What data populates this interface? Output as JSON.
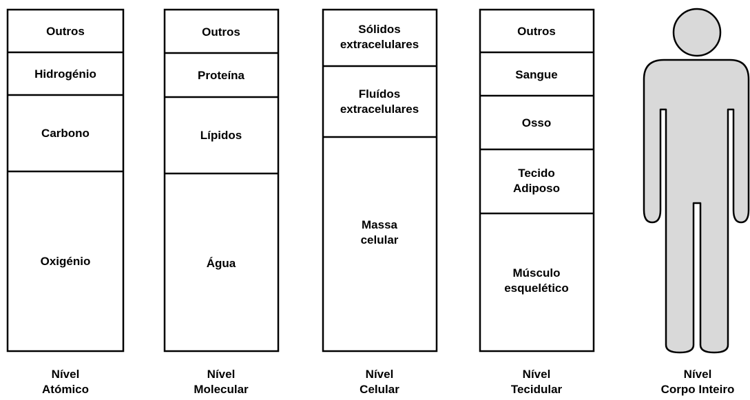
{
  "columns": [
    {
      "level": [
        "Nível",
        "Atómico"
      ],
      "segments": [
        {
          "lines": [
            "Outros"
          ]
        },
        {
          "lines": [
            "Hidrogénio"
          ]
        },
        {
          "lines": [
            "Carbono"
          ]
        },
        {
          "lines": [
            "Oxigénio"
          ]
        }
      ]
    },
    {
      "level": [
        "Nível",
        "Molecular"
      ],
      "segments": [
        {
          "lines": [
            "Outros"
          ]
        },
        {
          "lines": [
            "Proteína"
          ]
        },
        {
          "lines": [
            "Lípidos"
          ]
        },
        {
          "lines": [
            "Água"
          ]
        }
      ]
    },
    {
      "level": [
        "Nível",
        "Celular"
      ],
      "segments": [
        {
          "lines": [
            "Sólidos",
            "extracelulares"
          ]
        },
        {
          "lines": [
            "Fluídos",
            "extracelulares"
          ]
        },
        {
          "lines": [
            "Massa",
            "celular"
          ]
        }
      ]
    },
    {
      "level": [
        "Nível",
        "Tecidular"
      ],
      "segments": [
        {
          "lines": [
            "Outros"
          ]
        },
        {
          "lines": [
            "Sangue"
          ]
        },
        {
          "lines": [
            "Osso"
          ]
        },
        {
          "lines": [
            "Tecido",
            "Adiposo"
          ]
        },
        {
          "lines": [
            "Músculo",
            "esquelético"
          ]
        }
      ]
    }
  ],
  "body_figure": {
    "level": [
      "Nível",
      "Corpo Inteiro"
    ],
    "fill": "#d9d9d9",
    "stroke": "#000000"
  }
}
